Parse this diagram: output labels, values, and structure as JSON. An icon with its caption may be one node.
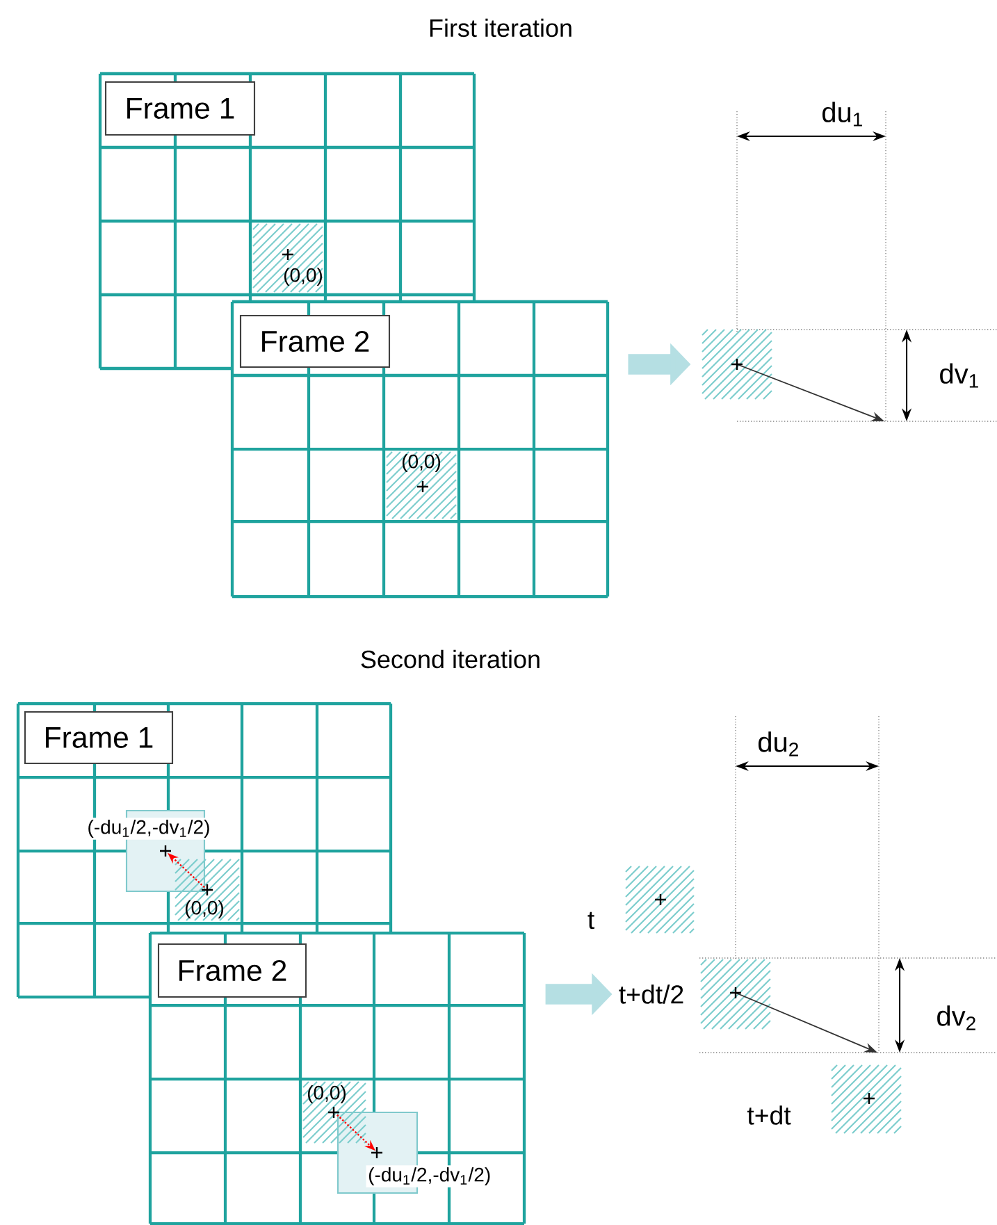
{
  "diagram": {
    "nodes": [
      {
        "text": [
          "Frame 1"
        ]
      },
      {
        "text": [],
        "shape": "box"
      },
      {
        "text": [
          "Frame 2"
        ]
      },
      {
        "text": [],
        "shape": "box"
      },
      {
        "text": [],
        "shape": "box"
      },
      {
        "text": [
          "Frame 1"
        ]
      },
      {
        "text": [],
        "shape": "box"
      },
      {
        "text": [],
        "shape": "box"
      },
      {
        "text": [
          "Frame 2"
        ]
      },
      {
        "text": [],
        "shape": "box"
      },
      {
        "text": [],
        "shape": "box"
      },
      {
        "text": [],
        "shape": "box",
        "beside": [
          "t"
        ]
      },
      {
        "text": [
          "t+dt/2"
        ]
      },
      {
        "text": [],
        "shape": "box"
      },
      {
        "text": [],
        "shape": "box",
        "beside": [
          "t+dt"
        ]
      }
    ],
    "edges": [
      {
        "from": null,
        "to": 4,
        "arrow": "to",
        "style": "thick"
      },
      {
        "from": null,
        "to": 12,
        "arrow": "to",
        "style": "thick"
      },
      {
        "from": 7,
        "to": 6,
        "arrow": "to",
        "style": "dashed",
        "color": "#ff0000"
      },
      {
        "from": 9,
        "to": 10,
        "arrow": "to",
        "style": "dashed",
        "color": "#ff0000"
      }
    ],
    "labels": [
      "First iteration",
      "(0,0)",
      "(0,0)",
      "du$_{1}$",
      "dv$_{1}$",
      "Second iteration",
      "(-du$_{1}$/2,-dv$_{1}$/2)",
      "(0,0)",
      "(0,0)",
      "(-du$_{1}$/2,-dv$_{1}$/2)",
      "du$_{2}$",
      "dv$_{2}$"
    ]
  }
}
